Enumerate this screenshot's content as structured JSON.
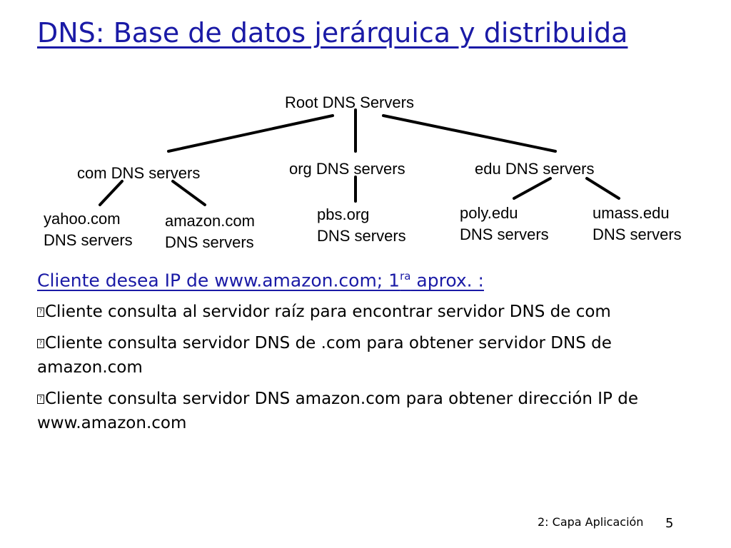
{
  "slide": {
    "title": "DNS: Base de datos jerárquica y distribuida",
    "footer_section": "2: Capa Aplicación",
    "page_number": "5"
  },
  "tree": {
    "root": "Root DNS Servers",
    "tld": [
      {
        "label": "com DNS servers"
      },
      {
        "label": "org DNS servers"
      },
      {
        "label": "edu DNS servers"
      }
    ],
    "authoritative": [
      {
        "line1": "yahoo.com",
        "line2": "DNS servers"
      },
      {
        "line1": "amazon.com",
        "line2": "DNS servers"
      },
      {
        "line1": "pbs.org",
        "line2": "DNS servers"
      },
      {
        "line1": "poly.edu",
        "line2": "DNS servers"
      },
      {
        "line1": "umass.edu",
        "line2": "DNS servers"
      }
    ]
  },
  "scenario": {
    "heading": "Cliente desea IP de www.amazon.com; 1",
    "heading_sup": "ra",
    "heading_tail": " aprox. :",
    "bullet_glyph": "?",
    "bullets": [
      "Cliente consulta al servidor raíz para encontrar servidor DNS de com",
      "Cliente consulta servidor DNS de .com para obtener servidor DNS de amazon.com",
      "Cliente consulta servidor DNS amazon.com para obtener dirección IP de www.amazon.com"
    ]
  }
}
